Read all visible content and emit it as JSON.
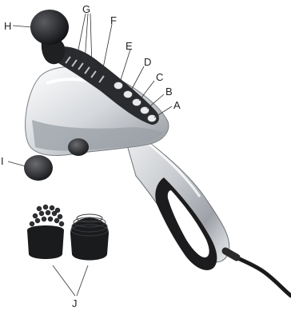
{
  "callouts": {
    "A": "A",
    "B": "B",
    "C": "C",
    "D": "D",
    "E": "E",
    "F": "F",
    "G": "G",
    "H": "H",
    "I": "I",
    "J": "J"
  },
  "colors": {
    "body_silver": "#cfd2d6",
    "body_dark": "#1c1c1e",
    "panel": "#2a2b2e",
    "button": "#e9eaec"
  }
}
